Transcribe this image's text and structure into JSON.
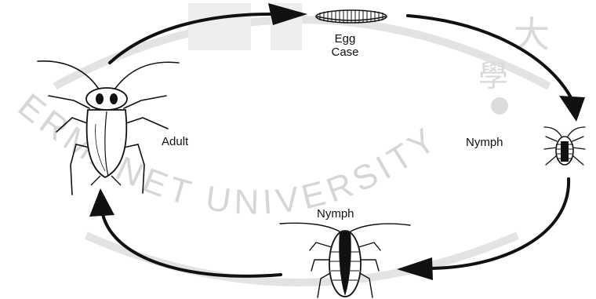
{
  "labels": {
    "egg_line1": "Egg",
    "egg_line2": "Case",
    "adult": "Adult",
    "nymph_right": "Nymph",
    "nymph_bottom": "Nymph"
  },
  "watermark": {
    "arc_text": "ERMANET UNIVERSITY",
    "seal_char_1": "大",
    "seal_char_2": "學"
  },
  "colors": {
    "ink": "#111111",
    "watermark": "#d9d9d9"
  }
}
